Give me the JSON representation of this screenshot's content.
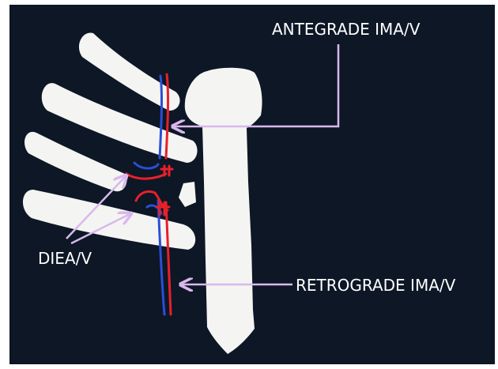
{
  "diagram": {
    "labels": {
      "antegrade": "ANTEGRADE IMA/V",
      "retrograde": "RETROGRADE IMA/V",
      "diea": "DIEA/V"
    },
    "colors": {
      "background": "#0d1726",
      "bone": "#f4f4f2",
      "artery": "#e8202a",
      "vein": "#2a4fd6",
      "arrow": "#d9b8ec"
    }
  }
}
